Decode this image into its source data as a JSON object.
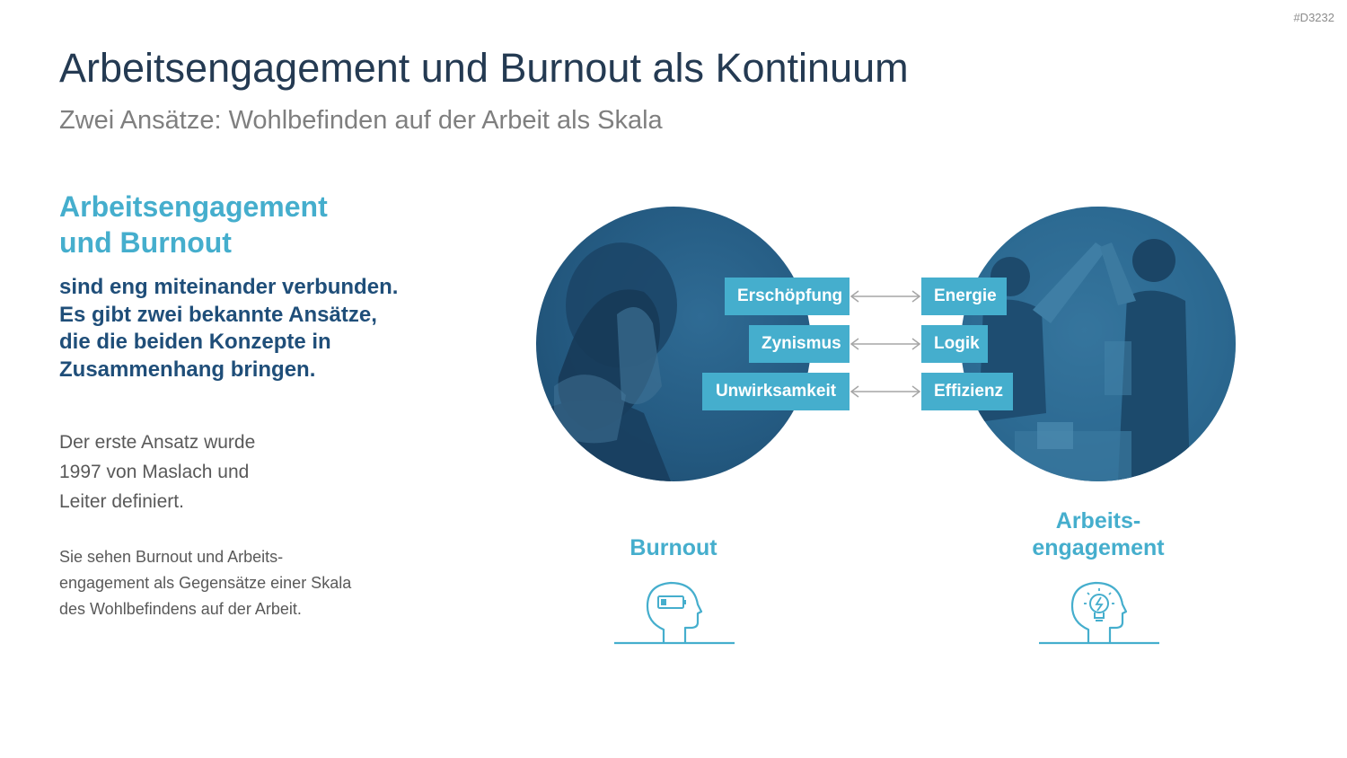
{
  "slide_id": "#D3232",
  "title": "Arbeitsengagement und Burnout als Kontinuum",
  "subtitle": "Zwei Ansätze: Wohlbefinden auf der Arbeit als Skala",
  "heading": [
    "Arbeitsengagement",
    "und Burnout"
  ],
  "lead": [
    "sind eng miteinander verbunden.",
    "Es gibt zwei bekannte Ansätze,",
    "die die beiden Konzepte in",
    "Zusammenhang bringen."
  ],
  "body1": [
    "Der erste Ansatz wurde",
    "1997 von Maslach und",
    "Leiter definiert."
  ],
  "body2": [
    "Sie sehen Burnout und Arbeits-",
    "engagement als Gegensätze einer Skala",
    "des Wohlbefindens auf der Arbeit."
  ],
  "pairs": [
    {
      "left": "Erschöpfung",
      "right": "Energie"
    },
    {
      "left": "Zynismus",
      "right": "Logik"
    },
    {
      "left": "Unwirksamkeit",
      "right": "Effizienz"
    }
  ],
  "labels": {
    "burnout": [
      "Burnout"
    ],
    "engagement": [
      "Arbeits-",
      "engagement"
    ]
  },
  "icons": {
    "left": "head-low-battery-icon",
    "right": "head-lightbulb-icon"
  },
  "colors": {
    "accent": "#45aecd",
    "dark_blue": "#1f4e79",
    "title": "#243a52",
    "gray_text": "#595959"
  }
}
